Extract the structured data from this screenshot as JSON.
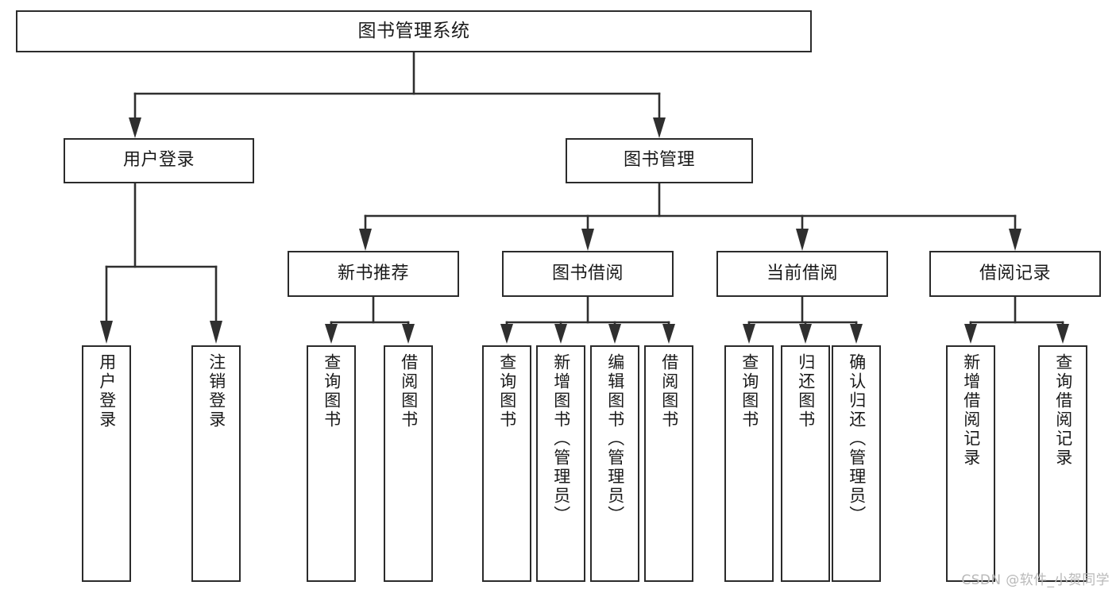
{
  "diagram": {
    "type": "tree-hierarchy",
    "title": "图书管理系统",
    "root": {
      "id": "root",
      "label": "图书管理系统",
      "orientation": "horizontal"
    },
    "level1": [
      {
        "id": "user-login",
        "label": "用户登录",
        "orientation": "horizontal"
      },
      {
        "id": "book-manage",
        "label": "图书管理",
        "orientation": "horizontal"
      }
    ],
    "level2": [
      {
        "id": "new-book-recommend",
        "label": "新书推荐",
        "parent": "book-manage",
        "orientation": "horizontal"
      },
      {
        "id": "book-borrow",
        "label": "图书借阅",
        "parent": "book-manage",
        "orientation": "horizontal"
      },
      {
        "id": "current-borrow",
        "label": "当前借阅",
        "parent": "book-manage",
        "orientation": "horizontal"
      },
      {
        "id": "borrow-record",
        "label": "借阅记录",
        "parent": "book-manage",
        "orientation": "horizontal"
      }
    ],
    "leaves": [
      {
        "id": "leaf-user-login",
        "label": "用户登录",
        "parent": "user-login",
        "orientation": "vertical"
      },
      {
        "id": "leaf-user-logout",
        "label": "注销登录",
        "parent": "user-login",
        "orientation": "vertical"
      },
      {
        "id": "leaf-rec-query-book",
        "label": "查询图书",
        "parent": "new-book-recommend",
        "orientation": "vertical"
      },
      {
        "id": "leaf-rec-borrow-book",
        "label": "借阅图书",
        "parent": "new-book-recommend",
        "orientation": "vertical"
      },
      {
        "id": "leaf-bb-query-book",
        "label": "查询图书",
        "parent": "book-borrow",
        "orientation": "vertical"
      },
      {
        "id": "leaf-bb-add-book",
        "label": "新增图书（管理员）",
        "parent": "book-borrow",
        "orientation": "vertical"
      },
      {
        "id": "leaf-bb-edit-book",
        "label": "编辑图书（管理员）",
        "parent": "book-borrow",
        "orientation": "vertical"
      },
      {
        "id": "leaf-bb-borrow-book",
        "label": "借阅图书",
        "parent": "book-borrow",
        "orientation": "vertical"
      },
      {
        "id": "leaf-cb-query-book",
        "label": "查询图书",
        "parent": "current-borrow",
        "orientation": "vertical"
      },
      {
        "id": "leaf-cb-return-book",
        "label": "归还图书",
        "parent": "current-borrow",
        "orientation": "vertical"
      },
      {
        "id": "leaf-cb-confirm-return",
        "label": "确认归还（管理员）",
        "parent": "current-borrow",
        "orientation": "vertical"
      },
      {
        "id": "leaf-br-add-record",
        "label": "新增借阅记录",
        "parent": "borrow-record",
        "orientation": "vertical"
      },
      {
        "id": "leaf-br-query-record",
        "label": "查询借阅记录",
        "parent": "borrow-record",
        "orientation": "vertical"
      }
    ],
    "colors": {
      "box_border": "#2b2b2b",
      "box_fill": "#ffffff",
      "connector": "#2f2f2f",
      "text": "#1a1a1a",
      "watermark": "#b9b9b9",
      "background": "#ffffff"
    }
  },
  "watermark": {
    "text": "CSDN @软件_小贺同学"
  }
}
